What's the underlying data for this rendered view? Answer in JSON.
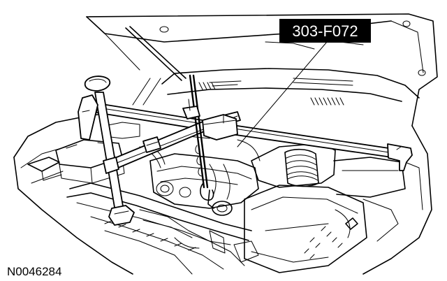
{
  "diagram": {
    "callouts": [
      {
        "id": "tool",
        "text": "303-F072"
      }
    ],
    "figure_id": "N0046284",
    "colors": {
      "ink": "#000000",
      "paper": "#ffffff",
      "label_bg": "#000000",
      "label_text": "#ffffff"
    }
  }
}
